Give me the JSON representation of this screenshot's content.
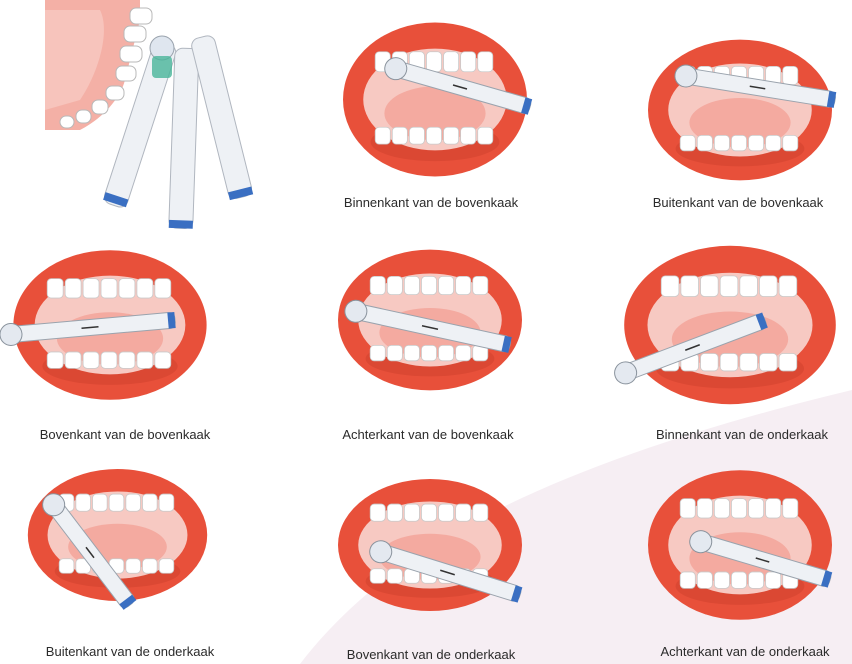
{
  "captions": {
    "c1": "Binnenkant van de bovenkaak",
    "c2": "Buitenkant van de bovenkaak",
    "c3": "Bovenkant van de bovenkaak",
    "c4": "Achterkant van de bovenkaak",
    "c5": "Binnenkant van de onderkaak",
    "c6": "Buitenkant van de onderkaak",
    "c7": "Bovenkant van de onderkaak",
    "c8": "Achterkant van de onderkaak"
  },
  "colors": {
    "lip": "#e8503a",
    "lip_dark": "#c43a28",
    "mouth_inside": "#f7c9c2",
    "tongue": "#f4aaa0",
    "teeth": "#ffffff",
    "handle": "#eef1f5",
    "accent_blue": "#3a6fc2",
    "background_curve": "#f6eef3"
  }
}
